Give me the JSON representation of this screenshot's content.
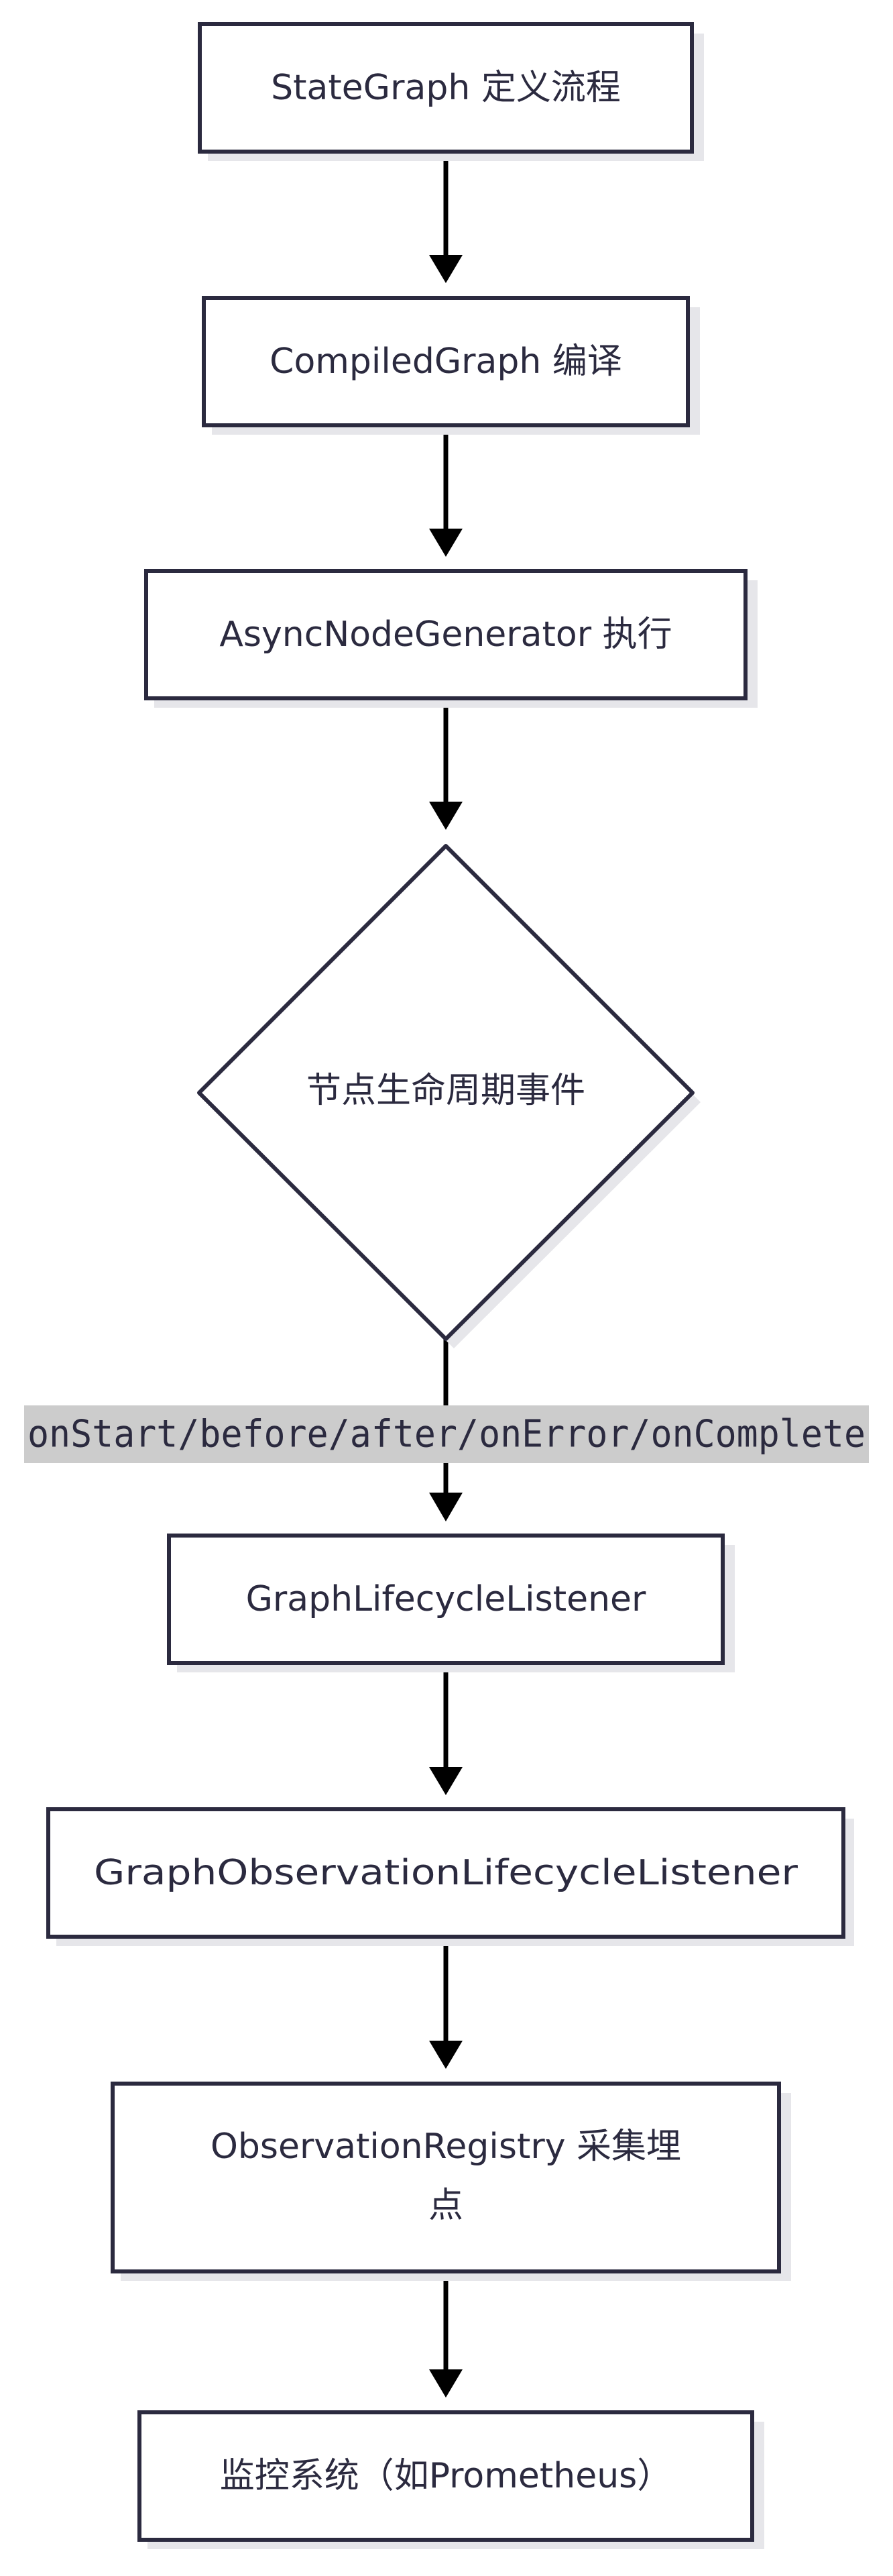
{
  "diagram": {
    "nodes": [
      {
        "id": "stategraph",
        "label": "StateGraph 定义流程"
      },
      {
        "id": "compiledgraph",
        "label": "CompiledGraph 编译"
      },
      {
        "id": "asyncnodegenerator",
        "label": "AsyncNodeGenerator 执行"
      },
      {
        "id": "lifecycle-events",
        "label": "节点生命周期事件"
      },
      {
        "id": "graphlifecyclelistener",
        "label": "GraphLifecycleListener"
      },
      {
        "id": "graphobservationlifecyclelistener",
        "label": "GraphObservationLifecycleListener"
      },
      {
        "id": "observationregistry",
        "label_lines": [
          "ObservationRegistry 采集埋",
          "点"
        ]
      },
      {
        "id": "monitoring",
        "label": "监控系统（如Prometheus）"
      }
    ],
    "edges": [
      {
        "from": "stategraph",
        "to": "compiledgraph"
      },
      {
        "from": "compiledgraph",
        "to": "asyncnodegenerator"
      },
      {
        "from": "asyncnodegenerator",
        "to": "lifecycle-events"
      },
      {
        "from": "lifecycle-events",
        "to": "graphlifecyclelistener",
        "label": "onStart/before/after/onError/onComplete"
      },
      {
        "from": "graphlifecyclelistener",
        "to": "graphobservationlifecyclelistener"
      },
      {
        "from": "graphobservationlifecyclelistener",
        "to": "observationregistry"
      },
      {
        "from": "observationregistry",
        "to": "monitoring"
      }
    ],
    "colors": {
      "node_stroke": "#2b2a3f",
      "node_fill": "#ffffff",
      "node_shadow": "#e6e6ea",
      "edge": "#000000",
      "edge_label_bg": "#cccccc",
      "text": "#2b2a3f"
    }
  }
}
